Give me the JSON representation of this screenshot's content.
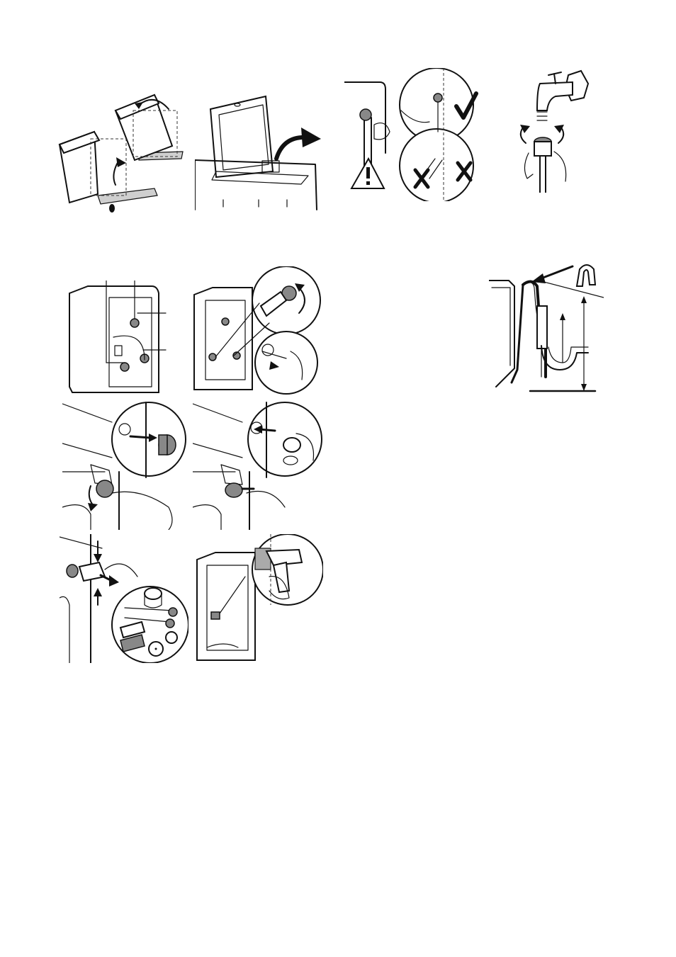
{
  "page": {
    "background": "#ffffff",
    "line_color": "#111111",
    "fill_gray": "#888888"
  },
  "figures": [
    {
      "id": "unpack-tilt",
      "icon": "tilted-box-icon"
    },
    {
      "id": "open-lid",
      "icon": "machine-lid-open-icon"
    },
    {
      "id": "inlet-hose-angle",
      "icon": "warning-triangle-icon",
      "marks": [
        "check",
        "cross",
        "cross"
      ]
    },
    {
      "id": "tap-connection",
      "icon": "tap-icon"
    },
    {
      "id": "rear-bolts",
      "icon": "rear-panel-icon"
    },
    {
      "id": "remove-bolts-wrench",
      "icon": "wrench-icon"
    },
    {
      "id": "drain-hose-sink",
      "icon": "drain-hose-icon"
    },
    {
      "id": "insert-plug",
      "icon": "plug-icon"
    },
    {
      "id": "insert-cap",
      "icon": "cap-icon"
    },
    {
      "id": "spacer-removal",
      "icon": "spacer-icon"
    },
    {
      "id": "hose-clip",
      "icon": "clip-icon"
    }
  ]
}
